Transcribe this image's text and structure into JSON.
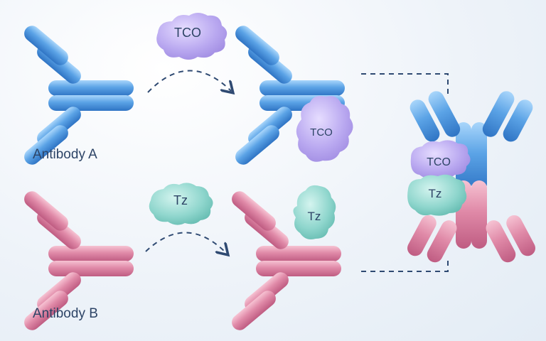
{
  "labels": {
    "antibody_a": "Antibody A",
    "antibody_b": "Antibody B",
    "tco": "TCO",
    "tz": "Tz"
  },
  "colors": {
    "antibody_a": "#5ba3e6",
    "antibody_b": "#e08aa8",
    "tco": "#b7a6ee",
    "tz": "#86d3cb",
    "arrow": "#2f4a72",
    "connector": "#2f4a72"
  }
}
